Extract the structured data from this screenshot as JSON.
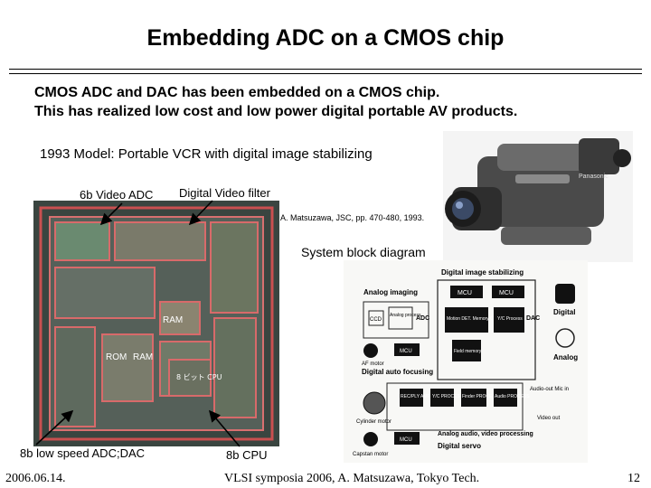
{
  "slide": {
    "title": "Embedding ADC on a CMOS chip",
    "intro_line1": "CMOS ADC and DAC has been embedded on a CMOS chip.",
    "intro_line2": "This has realized low cost and low power digital portable AV products.",
    "model": "1993 Model: Portable VCR with digital image stabilizing",
    "reference": "A. Matsuzawa, JSC, pp. 470-480, 1993.",
    "system_label": "System block diagram"
  },
  "labels": {
    "video_adc": "6b Video ADC",
    "video_filter": "Digital Video filter",
    "low_speed": "8b low speed ADC;DAC",
    "cpu": "8b CPU"
  },
  "chip": {
    "ram1": "RAM",
    "ram2": "RAM",
    "rom": "ROM",
    "cpu_text": "8 ビット CPU"
  },
  "diagram": {
    "title": "Digital image stabilizing",
    "analog_imaging": "Analog imaging",
    "mcu1": "MCU",
    "mcu2": "MCU",
    "digital": "Digital",
    "ccd": "CCD",
    "analog_process": "Analog process",
    "adc": "ADC",
    "motion_det": "Motion DET. Memory CNT",
    "yc_process": "Y/C Process",
    "dac": "DAC",
    "analog": "Analog",
    "af_motor": "AF motor",
    "mcu3": "MCU",
    "field_memory": "Field memory",
    "auto_focusing": "Digital auto focusing",
    "rec_amp": "REC/PLY AMP",
    "yc_process2": "Y/C PROCESS",
    "finder": "Finder PROCESS",
    "audio": "Audio PROCESS",
    "audio_out": "Audio-out Mic in",
    "cylinder": "Cylinder motor",
    "video_out": "Video out",
    "analog_audio": "Analog audio, video processing",
    "mcu4": "MCU",
    "capstan": "Capstan motor",
    "servo": "Digital servo"
  },
  "camera": {
    "brand": "Panasonic"
  },
  "footer": {
    "date": "2006.06.14.",
    "conference": "VLSI symposia 2006,  A. Matsuzawa, Tokyo Tech.",
    "page": "12"
  }
}
